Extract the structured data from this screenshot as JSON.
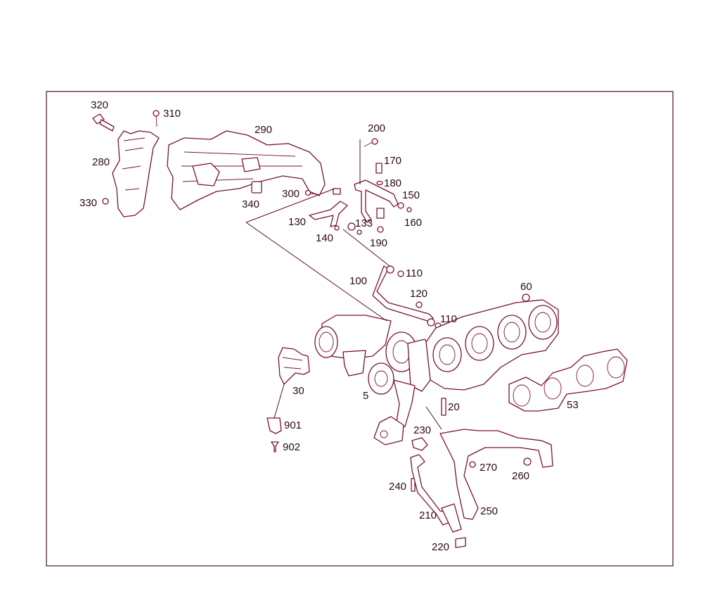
{
  "diagram": {
    "callouts": [
      "320",
      "310",
      "290",
      "280",
      "330",
      "300",
      "340",
      "200",
      "170",
      "180",
      "150",
      "160",
      "130",
      "133",
      "140",
      "190",
      "100",
      "110",
      "120",
      "110",
      "60",
      "30",
      "5",
      "20",
      "53",
      "901",
      "902",
      "230",
      "270",
      "260",
      "240",
      "210",
      "250",
      "220"
    ]
  },
  "colors": {
    "line": "#7a1230",
    "frame": "#4a1020",
    "text": "#2a0a10"
  }
}
